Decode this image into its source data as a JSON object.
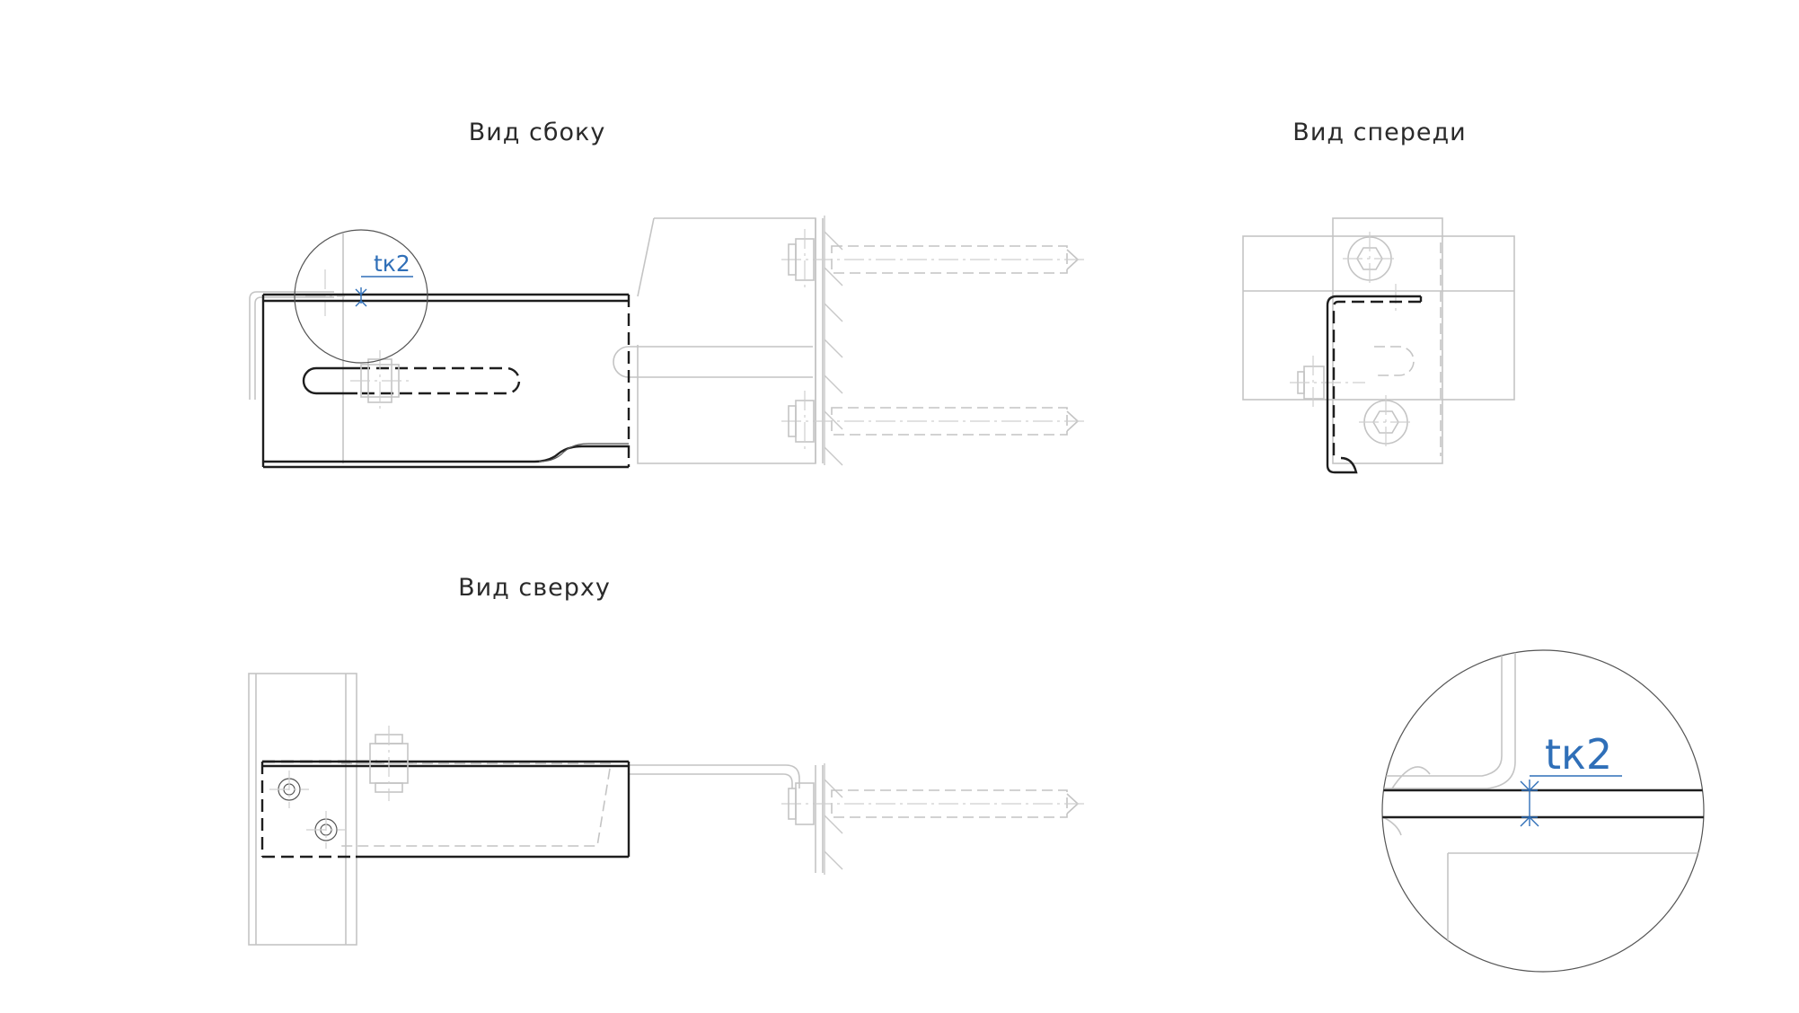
{
  "views": {
    "side_title": "Вид сбоку",
    "front_title": "Вид спереди",
    "top_title": "Вид сверху"
  },
  "dimension": {
    "label": "tк2"
  },
  "detail": {
    "label": "tк2"
  },
  "colors": {
    "dimension": "#2f6fb8",
    "main_line": "#1e1e1e",
    "ghost_line": "#c4c4c4"
  }
}
